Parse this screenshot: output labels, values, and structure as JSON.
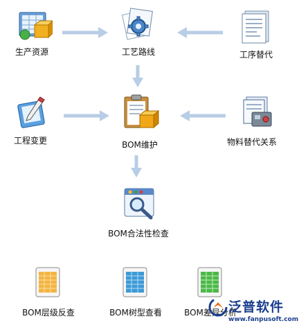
{
  "nodes": {
    "production_resources": "生产资源",
    "process_route": "工艺路线",
    "process_substitution": "工序替代",
    "engineering_change": "工程变更",
    "bom_maintenance": "BOM维护",
    "material_substitution": "物料替代关系",
    "bom_validity_check": "BOM合法性检查",
    "bom_level_query": "BOM层级反查",
    "bom_tree_view": "BOM树型查看",
    "bom_diff_analysis": "BOM差异分析"
  },
  "watermark": {
    "brand": "泛普软件",
    "url": "www.fanpusoft.com"
  },
  "colors": {
    "arrow": "#b8cde6",
    "brand": "#1b3e8f"
  }
}
